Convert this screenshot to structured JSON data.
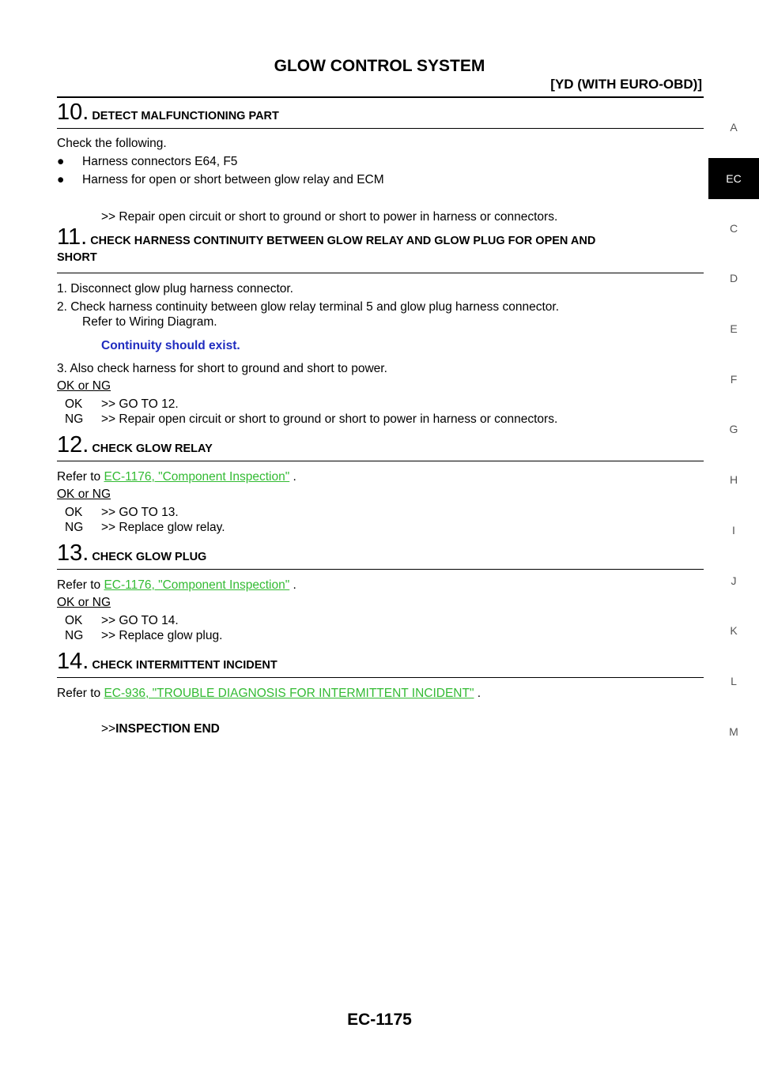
{
  "header": {
    "title": "GLOW CONTROL SYSTEM",
    "subtitle": "[YD (WITH EURO-OBD)]"
  },
  "sidebar": {
    "tabs": [
      "A",
      "EC",
      "C",
      "D",
      "E",
      "F",
      "G",
      "H",
      "I",
      "J",
      "K",
      "L",
      "M"
    ],
    "active": "EC"
  },
  "steps": {
    "s10": {
      "num": "10.",
      "label": "DETECT MALFUNCTIONING PART",
      "intro": "Check the following.",
      "bullets": [
        "Harness connectors E64, F5",
        "Harness for open or short between glow relay and ECM"
      ],
      "result": ">> Repair open circuit or short to ground or short to power in harness or connectors."
    },
    "s11": {
      "num": "11.",
      "label_line1": "CHECK HARNESS CONTINUITY BETWEEN GLOW RELAY AND GLOW PLUG FOR OPEN AND",
      "label_line2": "SHORT",
      "item1": "1.  Disconnect glow plug harness connector.",
      "item2": "2.  Check harness continuity between glow relay terminal 5 and glow plug harness connector.",
      "item2b": "Refer to Wiring Diagram.",
      "spec": "Continuity should exist.",
      "item3": "3.  Also check harness for short to ground and short to power.",
      "okng": "OK or NG",
      "ok_k": "OK",
      "ok_v": ">> GO TO 12.",
      "ng_k": "NG",
      "ng_v": ">> Repair open circuit or short to ground or short to power in harness or connectors."
    },
    "s12": {
      "num": "12.",
      "label": "CHECK GLOW RELAY",
      "refer": "Refer to ",
      "link": "EC-1176, \"Component Inspection\"",
      "after": " .",
      "okng": "OK or NG",
      "ok_k": "OK",
      "ok_v": ">> GO TO 13.",
      "ng_k": "NG",
      "ng_v": ">> Replace glow relay."
    },
    "s13": {
      "num": "13.",
      "label": "CHECK GLOW PLUG",
      "refer": "Refer to ",
      "link": "EC-1176, \"Component Inspection\"",
      "after": " .",
      "okng": "OK or NG",
      "ok_k": "OK",
      "ok_v": ">> GO TO 14.",
      "ng_k": "NG",
      "ng_v": ">> Replace glow plug."
    },
    "s14": {
      "num": "14.",
      "label": "CHECK INTERMITTENT INCIDENT",
      "refer": "Refer to ",
      "link": "EC-936, \"TROUBLE DIAGNOSIS FOR INTERMITTENT INCIDENT\"",
      "after": " .",
      "end_prefix": ">>",
      "end_text": "INSPECTION END"
    }
  },
  "footer": {
    "page": "EC-1175"
  }
}
